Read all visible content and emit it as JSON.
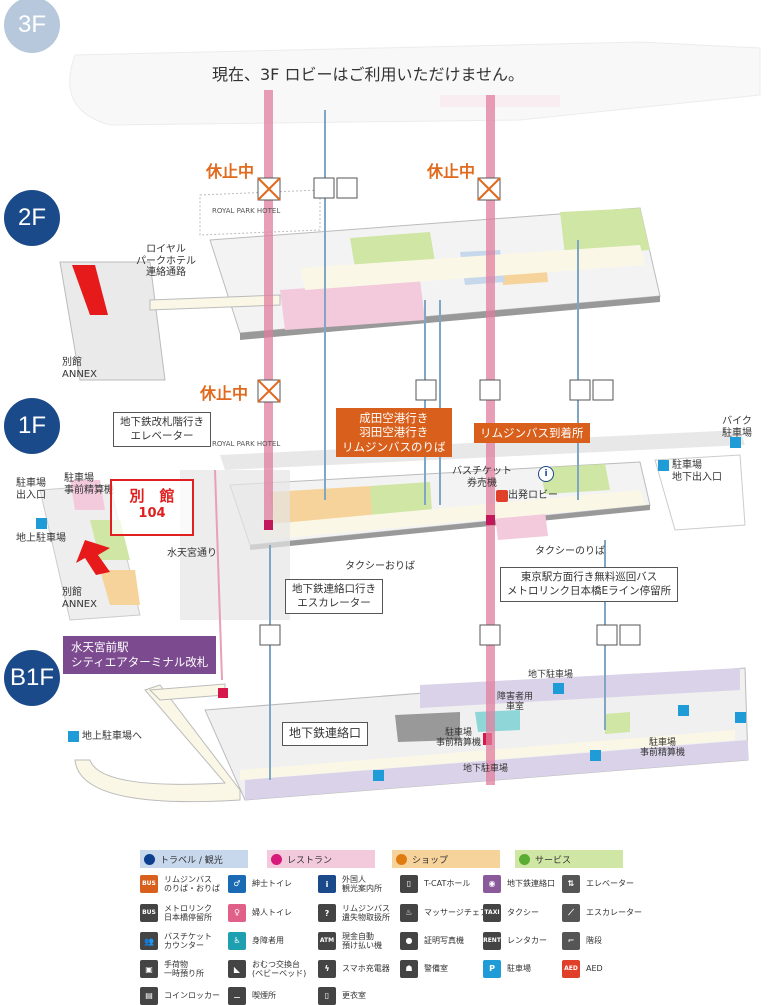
{
  "floors": {
    "f3": "3F",
    "f2": "2F",
    "f1": "1F",
    "b1": "B1F"
  },
  "notice_3f": "現在、3F ロビーはご利用いただけません。",
  "suspended": "休止中",
  "labels_2f": {
    "royal_link": "ロイヤル\nパークホテル\n連絡通路",
    "annex": "別館\nANNEX",
    "hotel": "ROYAL PARK HOTEL"
  },
  "labels_1f": {
    "subway_elevator": "地下鉄改札階行き\nエレベーター",
    "parking_exit": "駐車場\n出入口",
    "parking_prepay": "駐車場\n事前精算機",
    "ground_parking": "地上駐車場",
    "annex": "別館\nANNEX",
    "annex_room_title": "別　館",
    "annex_room_number": "104",
    "suitengu_street": "水天宮通り",
    "narita_haneda": "成田空港行き\n羽田空港行き\nリムジンバスのりば",
    "limousine_arrival": "リムジンバス到着所",
    "ticket_machine": "バスチケット\n券売機",
    "departure_lobby": "出発ロビー",
    "taxi_dropoff": "タクシーおりば",
    "taxi_pickup": "タクシーのりば",
    "subway_escalator": "地下鉄連絡口行き\nエスカレーター",
    "free_bus": "東京駅方面行き無料巡回バス\nメトロリンク日本橋Eライン停留所",
    "bike_parking": "バイク\n駐車場",
    "underground_entrance": "駐車場\n地下出入口"
  },
  "labels_b1": {
    "suitengu_gate": "水天宮前駅\nシティエアターミナル改札",
    "to_ground_parking": "地上駐車場へ",
    "subway_link": "地下鉄連絡口",
    "underground_parking": "地下駐車場",
    "accessible_car": "障害者用\n車室",
    "prepay_left": "駐車場\n事前精算機",
    "prepay_right": "駐車場\n事前精算機"
  },
  "categories": [
    {
      "label": "トラベル / 観光",
      "color": "#0d3f8f",
      "bg": "#c7d7ec"
    },
    {
      "label": "レストラン",
      "color": "#d6197a",
      "bg": "#f3c9dc"
    },
    {
      "label": "ショップ",
      "color": "#e07b12",
      "bg": "#f6d39b"
    },
    {
      "label": "サービス",
      "color": "#5aac32",
      "bg": "#cfe6a4"
    }
  ],
  "legend": [
    {
      "icon": "bus-icon",
      "glyph": "BUS",
      "color": "#d9601c",
      "label": "リムジンバス\nのりば・おりば"
    },
    {
      "icon": "mens-toilet-icon",
      "glyph": "♂",
      "color": "#1a6bb3",
      "label": "紳士トイレ"
    },
    {
      "icon": "info-icon",
      "glyph": "i",
      "color": "#1a4a8a",
      "label": "外国人\n観光案内所"
    },
    {
      "icon": "tcat-hall-icon",
      "glyph": "▯",
      "color": "#444",
      "label": "T-CATホール"
    },
    {
      "icon": "subway-icon",
      "glyph": "◉",
      "color": "#8a5a9a",
      "label": "地下鉄連絡口"
    },
    {
      "icon": "elevator-icon",
      "glyph": "⇅",
      "color": "#555",
      "label": "エレベーター"
    },
    {
      "icon": "metrolink-bus-icon",
      "glyph": "BUS",
      "color": "#444",
      "label": "メトロリンク\n日本橋停留所"
    },
    {
      "icon": "womens-toilet-icon",
      "glyph": "♀",
      "color": "#e0608a",
      "label": "婦人トイレ"
    },
    {
      "icon": "lost-found-icon",
      "glyph": "?",
      "color": "#444",
      "label": "リムジンバス\n遺失物取扱所"
    },
    {
      "icon": "massage-chair-icon",
      "glyph": "♨",
      "color": "#444",
      "label": "マッサージチェア"
    },
    {
      "icon": "taxi-icon",
      "glyph": "TAXI",
      "color": "#444",
      "label": "タクシー"
    },
    {
      "icon": "escalator-icon",
      "glyph": "⟋",
      "color": "#555",
      "label": "エスカレーター"
    },
    {
      "icon": "ticket-counter-icon",
      "glyph": "👥",
      "color": "#444",
      "label": "バスチケット\nカウンター"
    },
    {
      "icon": "accessible-icon",
      "glyph": "♿",
      "color": "#1fa0b0",
      "label": "身障者用"
    },
    {
      "icon": "atm-icon",
      "glyph": "ATM",
      "color": "#444",
      "label": "現金自動\n預け払い機"
    },
    {
      "icon": "photo-booth-icon",
      "glyph": "●",
      "color": "#444",
      "label": "証明写真機"
    },
    {
      "icon": "rental-car-icon",
      "glyph": "RENT",
      "color": "#444",
      "label": "レンタカー"
    },
    {
      "icon": "stairs-icon",
      "glyph": "⌐",
      "color": "#555",
      "label": "階段"
    },
    {
      "icon": "luggage-icon",
      "glyph": "▣",
      "color": "#444",
      "label": "手荷物\n一時預り所"
    },
    {
      "icon": "baby-changing-icon",
      "glyph": "◣",
      "color": "#444",
      "label": "おむつ交換台\n(ベビーベッド)"
    },
    {
      "icon": "phone-charger-icon",
      "glyph": "ϟ",
      "color": "#444",
      "label": "スマホ充電器"
    },
    {
      "icon": "security-office-icon",
      "glyph": "☗",
      "color": "#444",
      "label": "警備室"
    },
    {
      "icon": "parking-icon",
      "glyph": "P",
      "color": "#1f9bd7",
      "label": "駐車場"
    },
    {
      "icon": "aed-icon",
      "glyph": "AED",
      "color": "#e0402a",
      "label": "AED"
    },
    {
      "icon": "coin-locker-icon",
      "glyph": "▤",
      "color": "#444",
      "label": "コインロッカー"
    },
    {
      "icon": "smoking-icon",
      "glyph": "⚊",
      "color": "#444",
      "label": "喫煙所"
    },
    {
      "icon": "changing-room-icon",
      "glyph": "▯",
      "color": "#444",
      "label": "更衣室"
    }
  ]
}
